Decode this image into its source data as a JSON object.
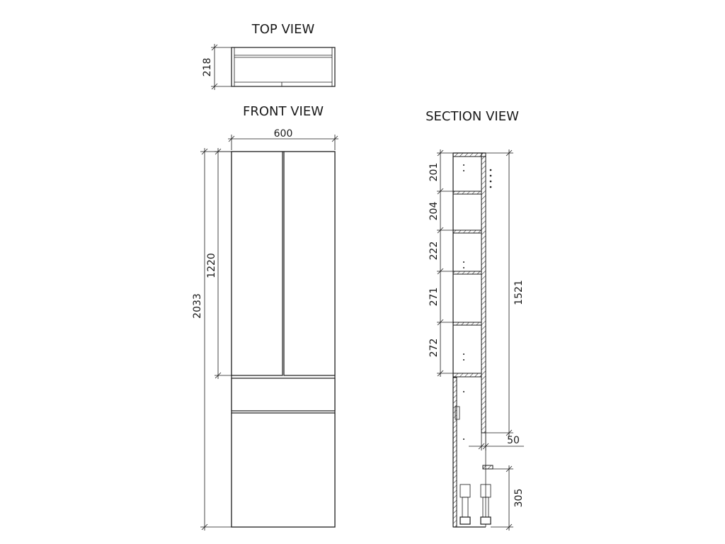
{
  "views": {
    "top_title": "TOP VIEW",
    "front_title": "FRONT VIEW",
    "section_title": "SECTION VIEW"
  },
  "dimensions": {
    "top_depth": "218",
    "front_width": "600",
    "front_total_height": "2033",
    "front_upper_height": "1220",
    "section_spacing_1": "201",
    "section_spacing_2": "204",
    "section_spacing_3": "222",
    "section_spacing_4": "271",
    "section_spacing_5": "272",
    "section_height": "1521",
    "section_inset": "50",
    "section_base": "305"
  }
}
